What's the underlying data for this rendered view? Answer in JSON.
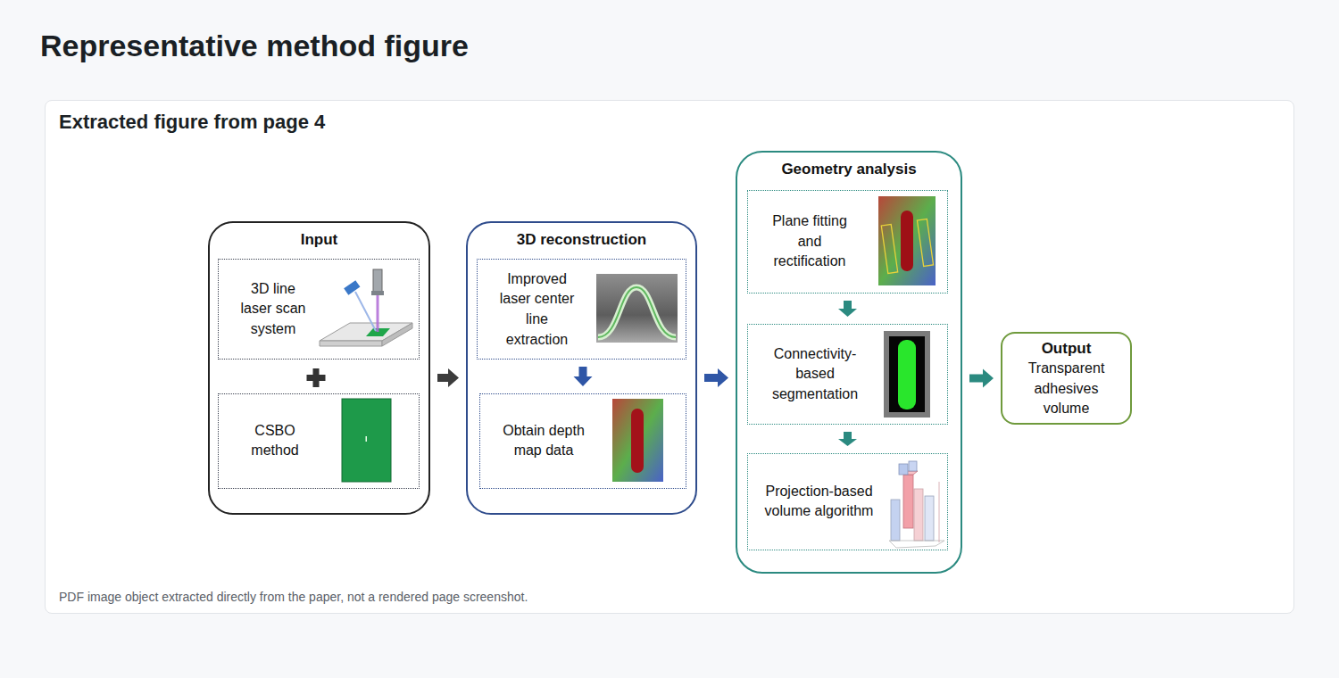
{
  "diagram": {
    "title": "Representative method figure",
    "caption": "PDF image object extracted directly from the paper, not a rendered page screenshot.",
    "nodes": [
      {
        "text": [
          "Input"
        ]
      },
      {
        "text": [
          "3D line laser scan system"
        ],
        "in": 0
      },
      {
        "text": [
          "CSBO method"
        ],
        "in": 0
      },
      {
        "text": [
          "3D reconstruction"
        ]
      },
      {
        "text": [
          "Improved laser center line extraction"
        ],
        "in": 3
      },
      {
        "text": [
          "Obtain depth map data"
        ],
        "in": 3
      },
      {
        "text": [
          "Geometry analysis"
        ]
      },
      {
        "text": [
          "Plane fitting and rectification"
        ],
        "in": 6
      },
      {
        "text": [
          "Connectivity-based segmentation"
        ],
        "in": 6
      },
      {
        "text": [
          "Projection-based volume algorithm"
        ],
        "in": 6
      },
      {
        "text": [
          "Output",
          "Transparent adhesives volume"
        ]
      }
    ],
    "edges": [
      {
        "from": 0,
        "to": 3,
        "arrow": "to"
      },
      {
        "from": 4,
        "to": 5,
        "arrow": "to"
      },
      {
        "from": 3,
        "to": 6,
        "arrow": "to"
      },
      {
        "from": 7,
        "to": 8,
        "arrow": "to"
      },
      {
        "from": 8,
        "to": 9,
        "arrow": "to"
      },
      {
        "from": 6,
        "to": 10,
        "arrow": "to"
      }
    ],
    "labels": [
      "Extracted figure from page 4"
    ]
  }
}
